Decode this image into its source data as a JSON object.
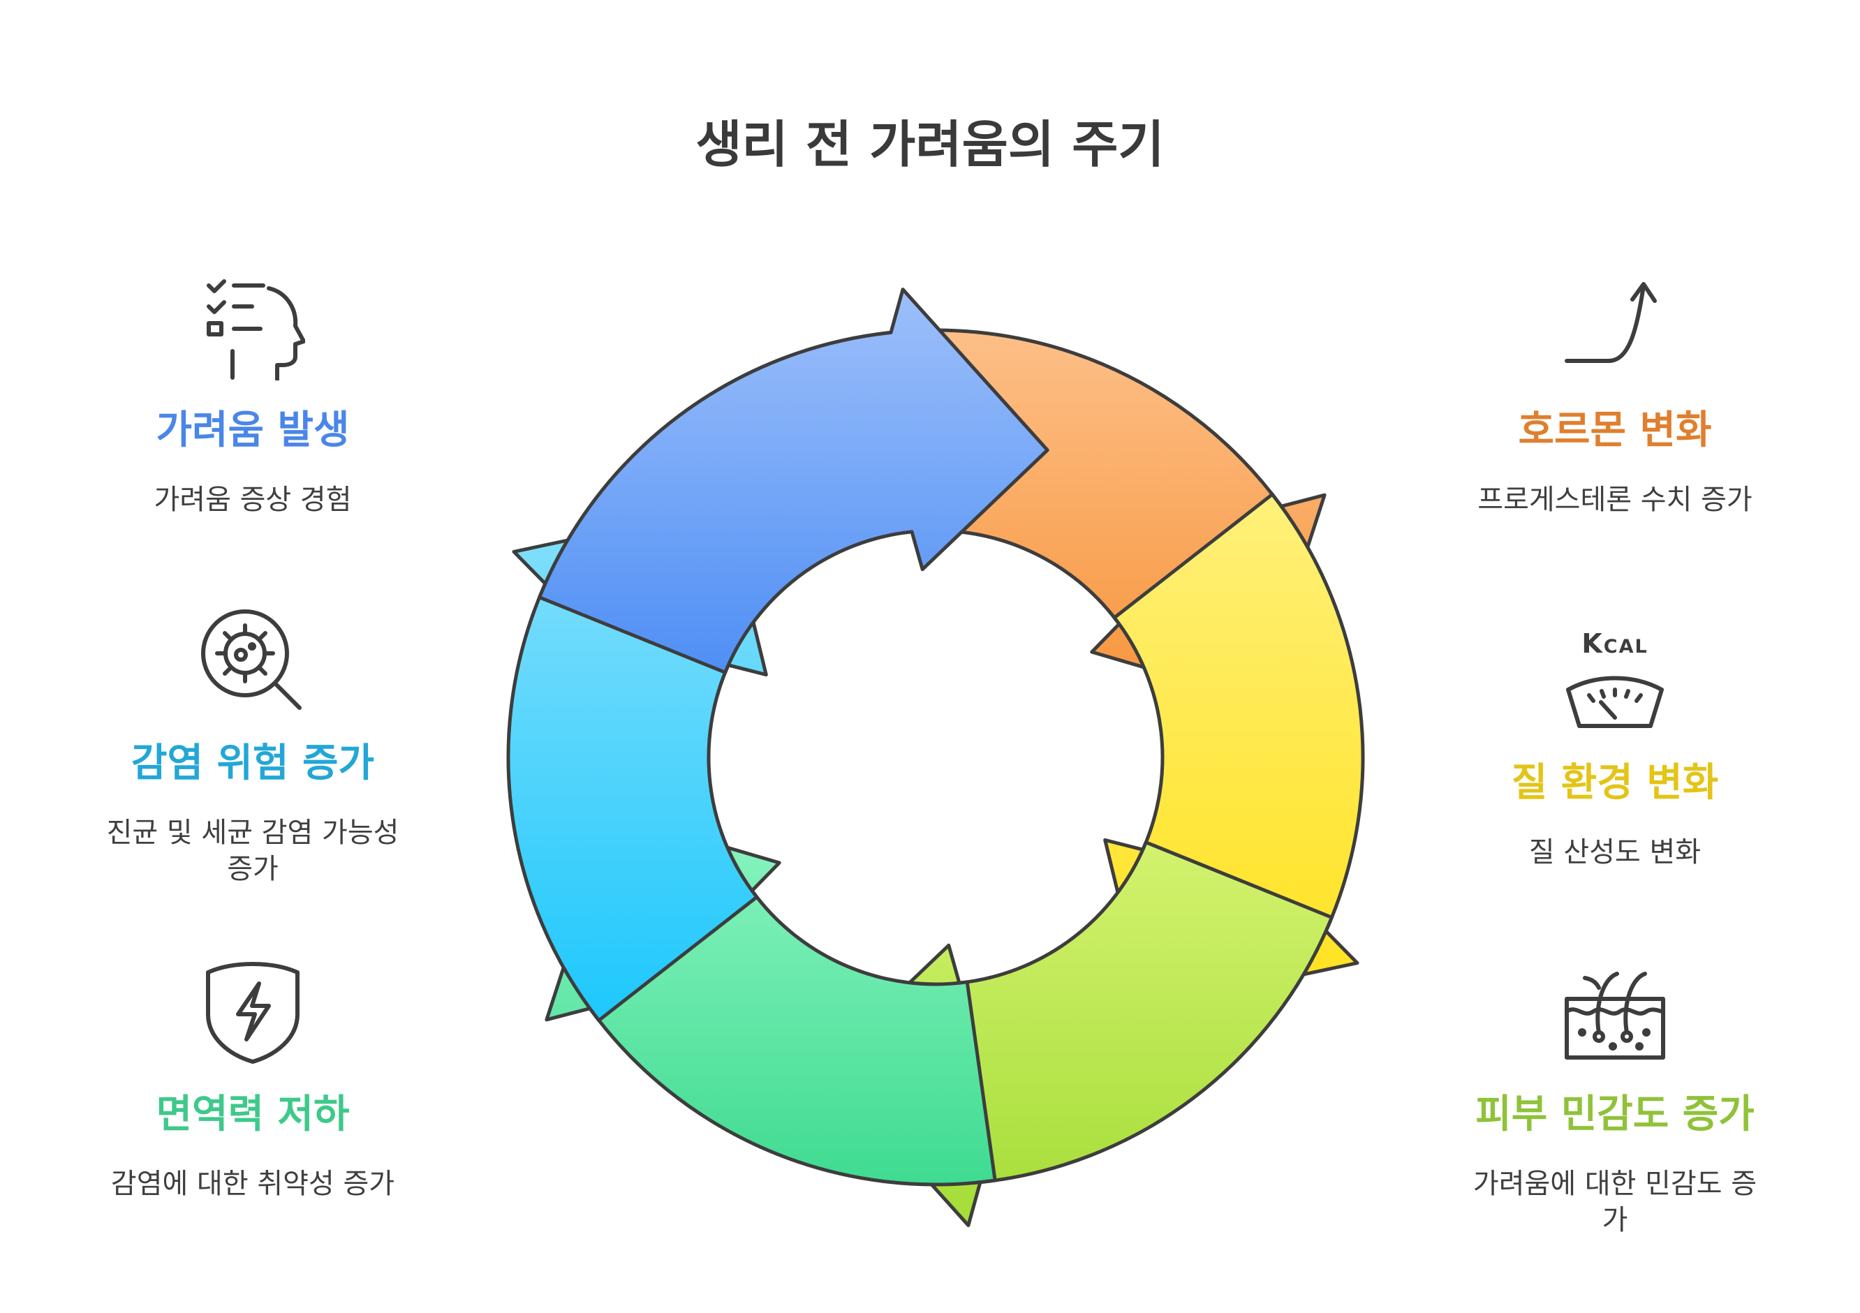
{
  "title": "생리 전 가려움의 주기",
  "steps": [
    {
      "heading": "가려움 발생",
      "desc": "가려움 증상 경험",
      "color": "#4a86e8",
      "icon": "head-checklist-icon"
    },
    {
      "heading": "호르몬 변화",
      "desc": "프로게스테론 수치 증가",
      "color": "#e07f2e",
      "icon": "trend-up-arrow-icon"
    },
    {
      "heading": "질 환경 변화",
      "desc": "질 산성도 변화",
      "color": "#e3c417",
      "icon": "kcal-scale-icon",
      "icon_text": "Kcal"
    },
    {
      "heading": "피부 민감도 증가",
      "desc": "가려움에 대한 민감도 증가",
      "color": "#8fc23a",
      "icon": "skin-layer-icon"
    },
    {
      "heading": "면역력 저하",
      "desc": "감염에 대한 취약성 증가",
      "color": "#3ec98a",
      "icon": "shield-lightning-icon"
    },
    {
      "heading": "감염 위험 증가",
      "desc": "진균 및 세균 감염 가능성 증가",
      "color": "#22a7d6",
      "icon": "virus-magnifier-icon"
    }
  ]
}
